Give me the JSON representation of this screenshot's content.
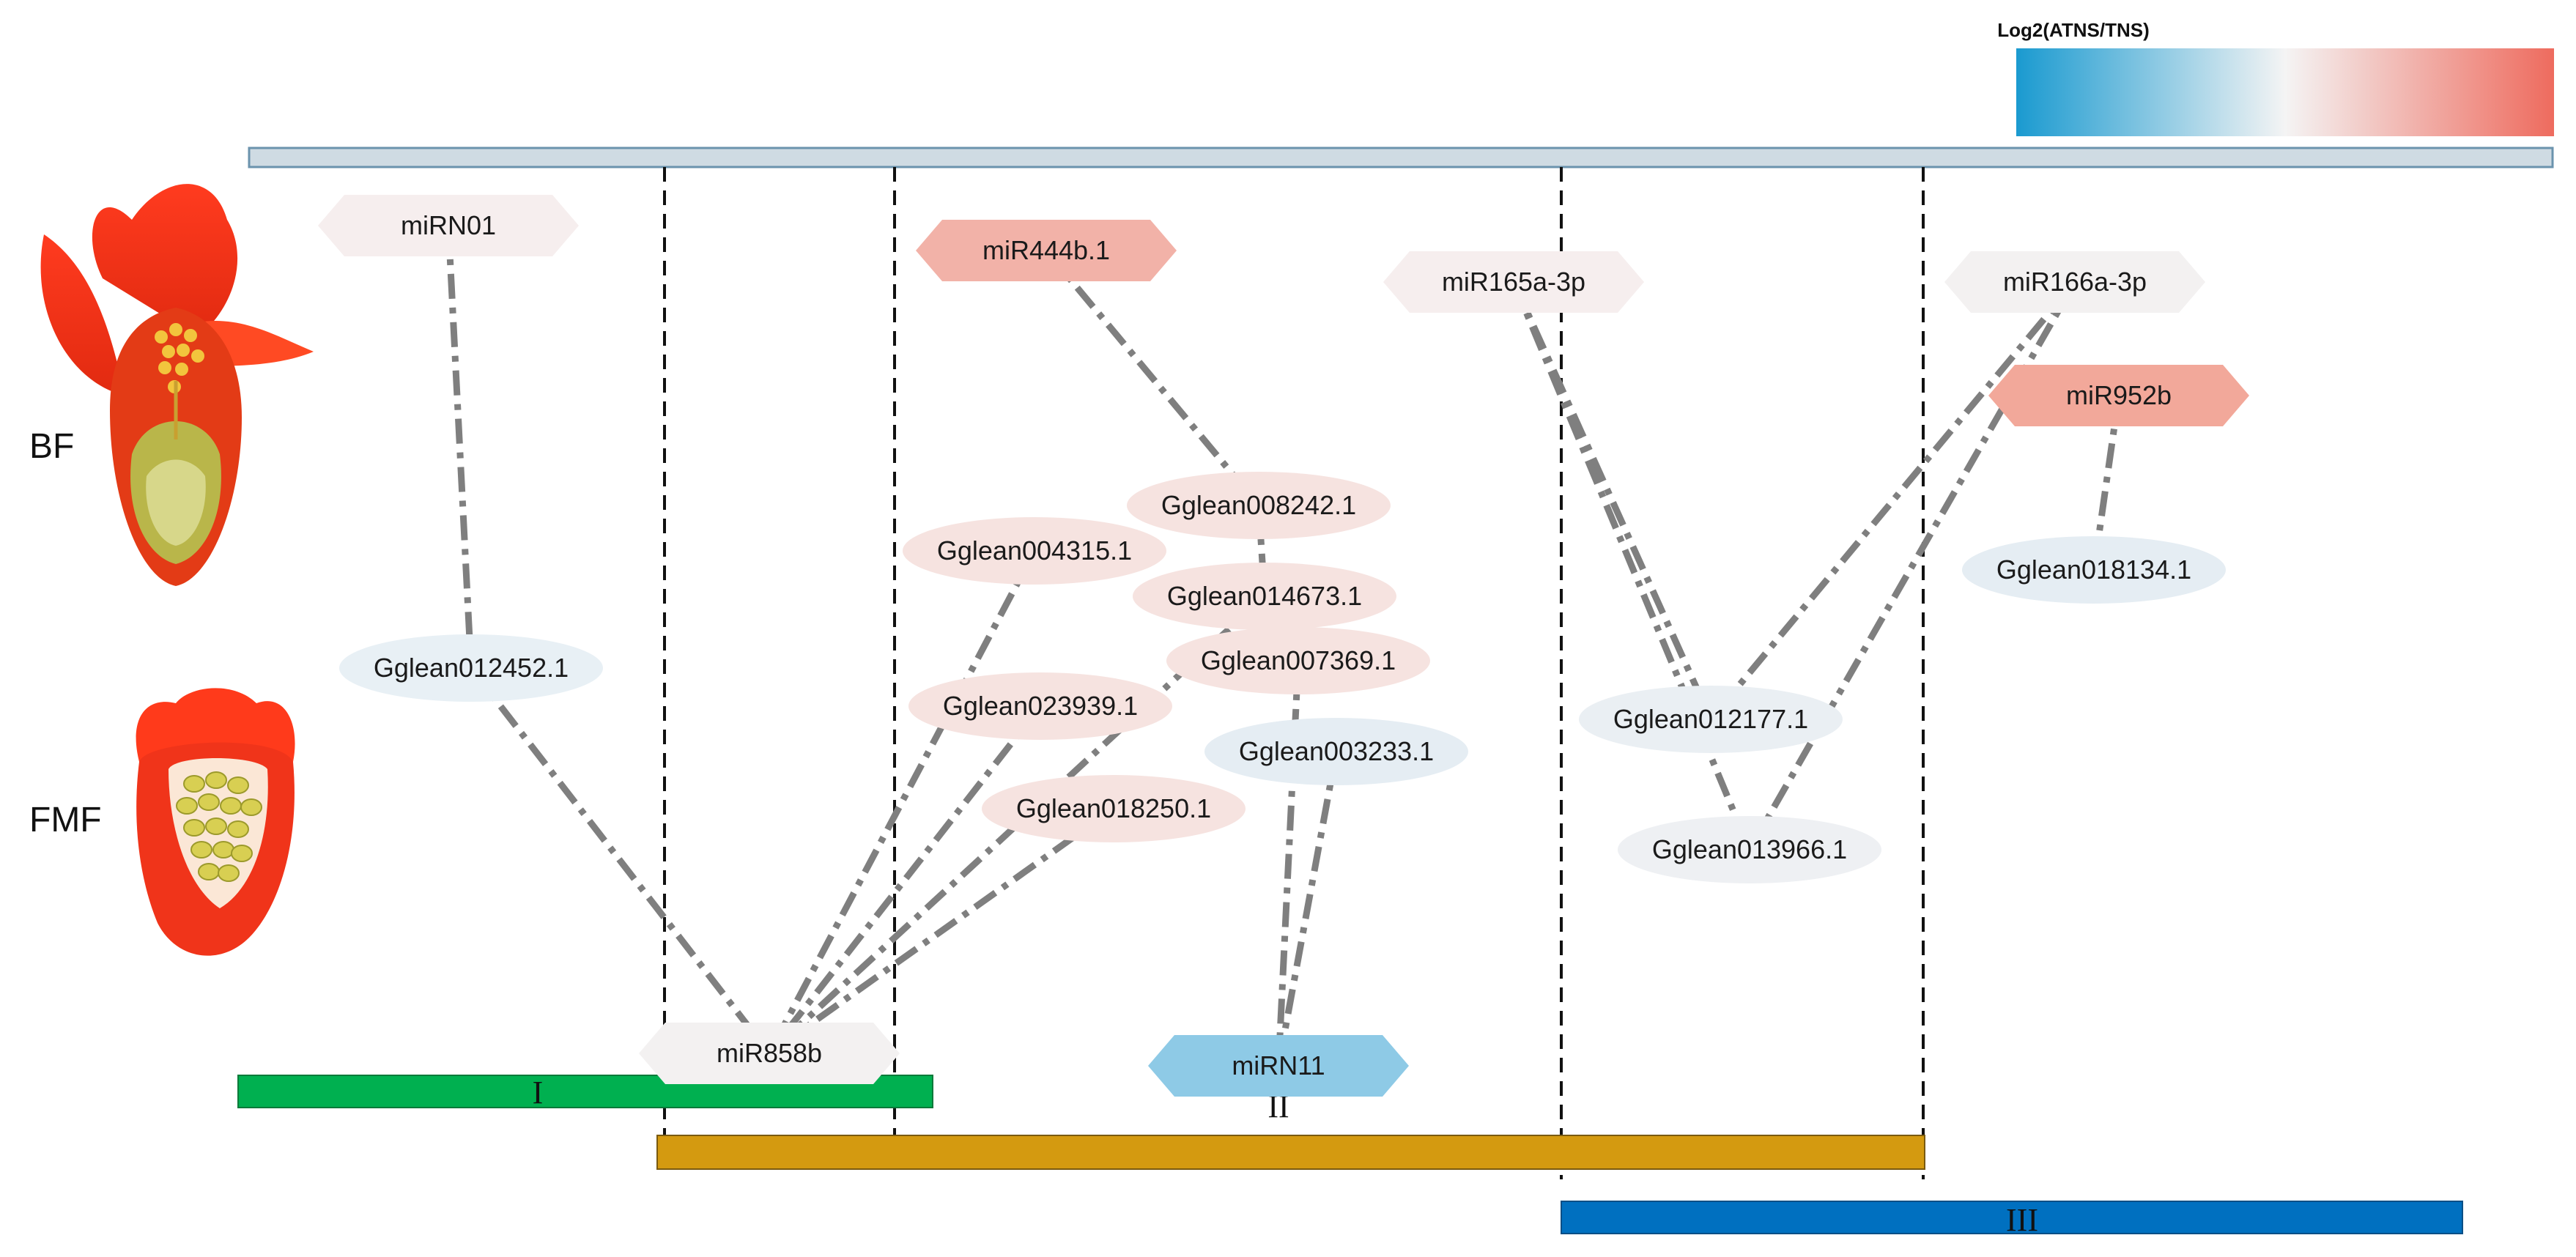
{
  "legend": {
    "title": "Log2(ATNS/TNS)",
    "low_color": "#1a9ad0",
    "mid_color": "#f4f4f4",
    "high_color": "#ee6b5e"
  },
  "stages": {
    "bf": "BF",
    "fmf": "FMF"
  },
  "phases": [
    "I",
    "II",
    "III"
  ],
  "colors": {
    "top_bar": "#cfdbe3",
    "phase_I": "#00b050",
    "phase_II": "#d49a10",
    "phase_III": "#0070c0",
    "edge": "#7f7f7f"
  },
  "nodes": [
    {
      "id": "miRN01",
      "label": "miRN01",
      "kind": "mirna",
      "color": "#f6eeee"
    },
    {
      "id": "miR444b.1",
      "label": "miR444b.1",
      "kind": "mirna",
      "color": "#f2b2a8"
    },
    {
      "id": "miR165a-3p",
      "label": "miR165a-3p",
      "kind": "mirna",
      "color": "#f6eeee"
    },
    {
      "id": "miR166a-3p",
      "label": "miR166a-3p",
      "kind": "mirna",
      "color": "#f3f1f1"
    },
    {
      "id": "miR952b",
      "label": "miR952b",
      "kind": "mirna",
      "color": "#f2a89a"
    },
    {
      "id": "miR858b",
      "label": "miR858b",
      "kind": "mirna",
      "color": "#f3f1f1"
    },
    {
      "id": "miRN11",
      "label": "miRN11",
      "kind": "mirna",
      "color": "#8ecae6"
    },
    {
      "id": "Gglean012452.1",
      "label": "Gglean012452.1",
      "kind": "gene",
      "color": "#e8f0f5"
    },
    {
      "id": "Gglean008242.1",
      "label": "Gglean008242.1",
      "kind": "gene",
      "color": "#f6e3e0"
    },
    {
      "id": "Gglean004315.1",
      "label": "Gglean004315.1",
      "kind": "gene",
      "color": "#f6e3e0"
    },
    {
      "id": "Gglean014673.1",
      "label": "Gglean014673.1",
      "kind": "gene",
      "color": "#f6e3e0"
    },
    {
      "id": "Gglean007369.1",
      "label": "Gglean007369.1",
      "kind": "gene",
      "color": "#f6e3e0"
    },
    {
      "id": "Gglean023939.1",
      "label": "Gglean023939.1",
      "kind": "gene",
      "color": "#f6e3e0"
    },
    {
      "id": "Gglean003233.1",
      "label": "Gglean003233.1",
      "kind": "gene",
      "color": "#e5edf3"
    },
    {
      "id": "Gglean018250.1",
      "label": "Gglean018250.1",
      "kind": "gene",
      "color": "#f6e3e0"
    },
    {
      "id": "Gglean012177.1",
      "label": "Gglean012177.1",
      "kind": "gene",
      "color": "#eaeff3"
    },
    {
      "id": "Gglean013966.1",
      "label": "Gglean013966.1",
      "kind": "gene",
      "color": "#eef0f3"
    },
    {
      "id": "Gglean018134.1",
      "label": "Gglean018134.1",
      "kind": "gene",
      "color": "#e5edf3"
    }
  ],
  "edges": [
    [
      "miRN01",
      "Gglean012452.1"
    ],
    [
      "Gglean012452.1",
      "miR858b"
    ],
    [
      "miR444b.1",
      "Gglean008242.1"
    ],
    [
      "Gglean008242.1",
      "Gglean014673.1"
    ],
    [
      "Gglean014673.1",
      "Gglean007369.1"
    ],
    [
      "Gglean004315.1",
      "miR858b"
    ],
    [
      "Gglean023939.1",
      "miR858b"
    ],
    [
      "Gglean014673.1",
      "miR858b"
    ],
    [
      "Gglean018250.1",
      "miR858b"
    ],
    [
      "Gglean007369.1",
      "miRN11"
    ],
    [
      "Gglean003233.1",
      "miRN11"
    ],
    [
      "miR165a-3p",
      "Gglean012177.1"
    ],
    [
      "miR165a-3p",
      "Gglean013966.1"
    ],
    [
      "miR166a-3p",
      "Gglean012177.1"
    ],
    [
      "miR166a-3p",
      "Gglean013966.1"
    ],
    [
      "miR952b",
      "Gglean018134.1"
    ]
  ]
}
